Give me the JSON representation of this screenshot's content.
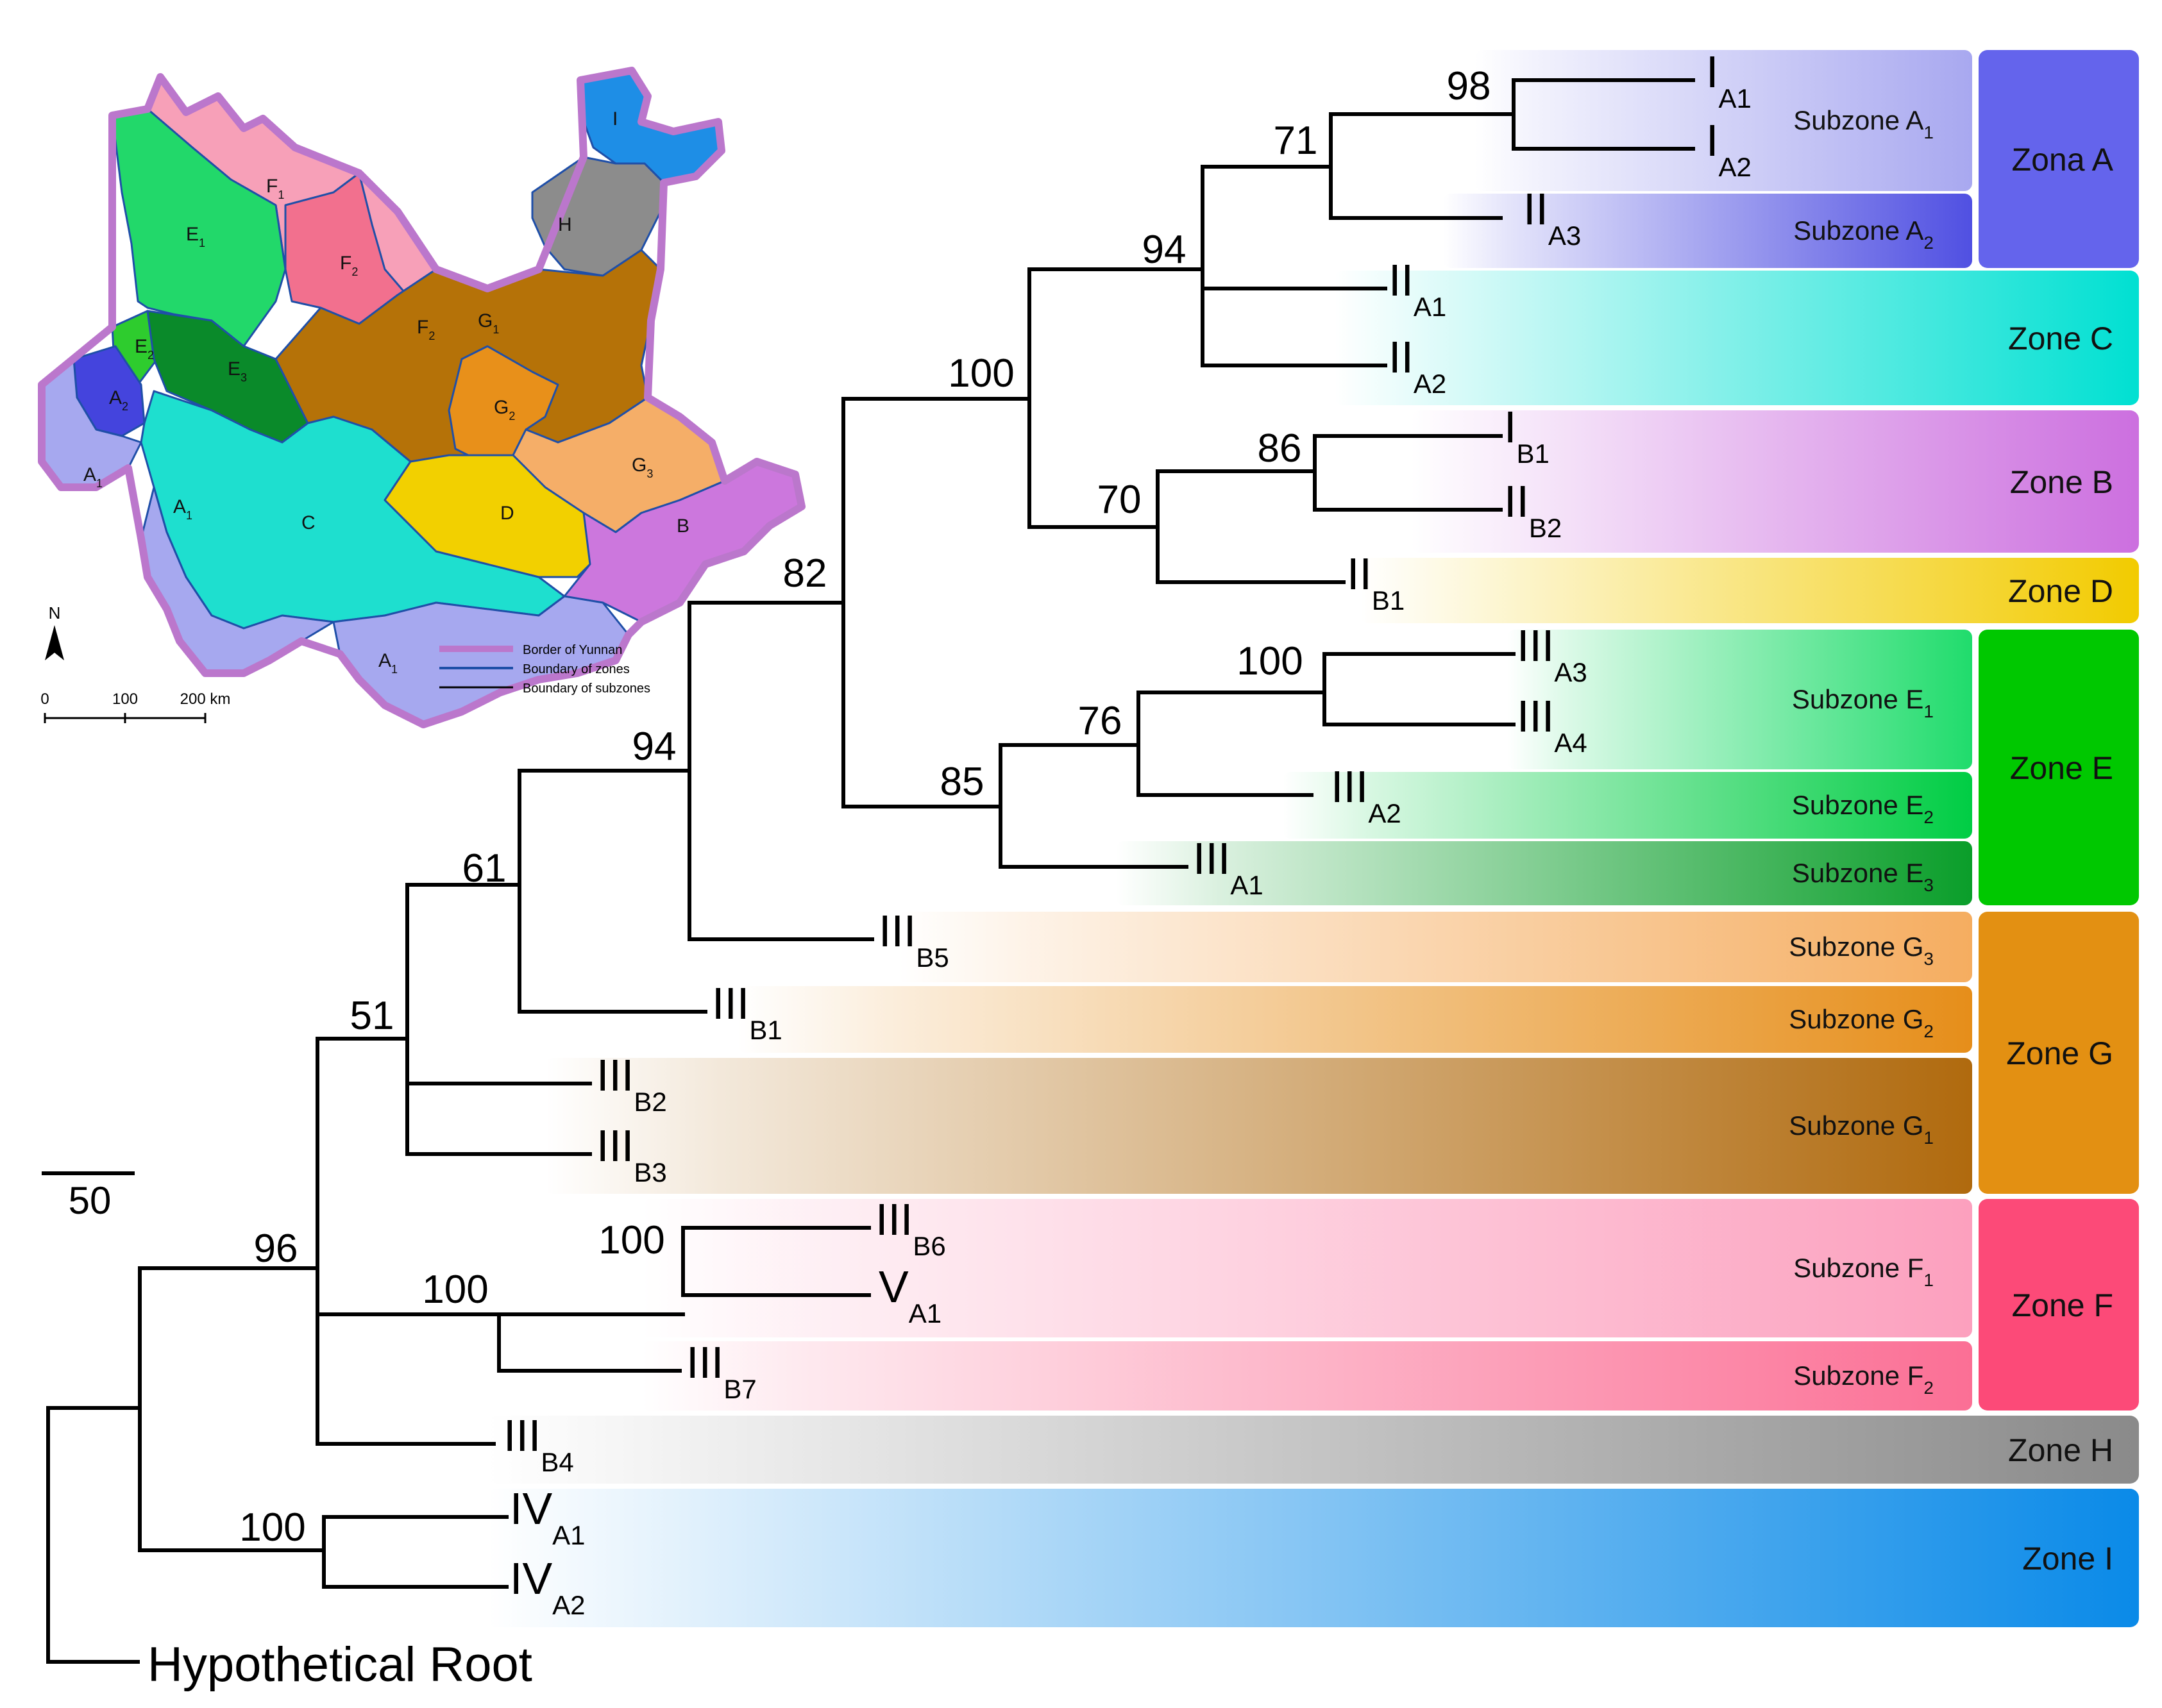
{
  "root_label": "Hypothetical Root",
  "scale_bar_label": "50",
  "map": {
    "north_label": "N",
    "scale_ticks": [
      "0",
      "100",
      "200 km"
    ],
    "legend": [
      "Border of Yunnan",
      "Boundary of zones",
      "Boundary of subzones"
    ],
    "region_labels": [
      {
        "main": "A",
        "sub": "1"
      },
      {
        "main": "A",
        "sub": "2"
      },
      {
        "main": "A",
        "sub": "1"
      },
      {
        "main": "A",
        "sub": "1"
      },
      {
        "main": "B",
        "sub": ""
      },
      {
        "main": "C",
        "sub": ""
      },
      {
        "main": "D",
        "sub": ""
      },
      {
        "main": "E",
        "sub": "1"
      },
      {
        "main": "E",
        "sub": "2"
      },
      {
        "main": "E",
        "sub": "3"
      },
      {
        "main": "F",
        "sub": "1"
      },
      {
        "main": "F",
        "sub": "2"
      },
      {
        "main": "F",
        "sub": "2"
      },
      {
        "main": "G",
        "sub": "1"
      },
      {
        "main": "G",
        "sub": "2"
      },
      {
        "main": "G",
        "sub": "3"
      },
      {
        "main": "H",
        "sub": ""
      },
      {
        "main": "I",
        "sub": ""
      }
    ],
    "colors": {
      "A1": "#a6a8ef",
      "A2": "#4444dd",
      "B": "#cc77dd",
      "C": "#1edfcf",
      "D": "#f2d000",
      "E1": "#22d86a",
      "E2": "#2ecc2e",
      "E3": "#0a8a2a",
      "F1": "#f7a0b8",
      "F2": "#f2708e",
      "G1": "#b57208",
      "G2": "#e8901a",
      "G3": "#f5ae68",
      "H": "#8c8c8c",
      "I": "#1e8ee6",
      "border": "#bb77cc"
    }
  },
  "tips": [
    {
      "main": "I",
      "sub": "A1"
    },
    {
      "main": "I",
      "sub": "A2"
    },
    {
      "main": "II",
      "sub": "A3"
    },
    {
      "main": "II",
      "sub": "A1"
    },
    {
      "main": "II",
      "sub": "A2"
    },
    {
      "main": "I",
      "sub": "B1"
    },
    {
      "main": "II",
      "sub": "B2"
    },
    {
      "main": "II",
      "sub": "B1"
    },
    {
      "main": "III",
      "sub": "A3"
    },
    {
      "main": "III",
      "sub": "A4"
    },
    {
      "main": "III",
      "sub": "A2"
    },
    {
      "main": "III",
      "sub": "A1"
    },
    {
      "main": "III",
      "sub": "B5"
    },
    {
      "main": "III",
      "sub": "B1"
    },
    {
      "main": "III",
      "sub": "B2"
    },
    {
      "main": "III",
      "sub": "B3"
    },
    {
      "main": "III",
      "sub": "B6"
    },
    {
      "main": "V",
      "sub": "A1"
    },
    {
      "main": "III",
      "sub": "B7"
    },
    {
      "main": "III",
      "sub": "B4"
    },
    {
      "main": "IV",
      "sub": "A1"
    },
    {
      "main": "IV",
      "sub": "A2"
    }
  ],
  "bootstrap": [
    "98",
    "71",
    "94",
    "100",
    "86",
    "70",
    "82",
    "100",
    "76",
    "85",
    "94",
    "61",
    "51",
    "100",
    "100",
    "96",
    "100"
  ],
  "zone_bands": [
    {
      "label": "Zona A",
      "color": "#6464ec"
    },
    {
      "label": "Zone C",
      "color": "#00e0d2"
    },
    {
      "label": "Zone B",
      "color": "#cc6fdf"
    },
    {
      "label": "Zone D",
      "color": "#f2cb00"
    },
    {
      "label": "Zone E",
      "color": "#00c800"
    },
    {
      "label": "Zone G",
      "color": "#e39012"
    },
    {
      "label": "Zone F",
      "color": "#fc4a78"
    },
    {
      "label": "Zone H",
      "color": "#8a8a8a"
    },
    {
      "label": "Zone I",
      "color": "#0a8ae8"
    }
  ],
  "subzone_bands": [
    {
      "main": "Subzone A",
      "sub": "1",
      "color": "#a8a8f0"
    },
    {
      "main": "Subzone A",
      "sub": "2",
      "color": "#5050e2"
    },
    {
      "main": "Subzone E",
      "sub": "1",
      "color": "#20dc6c"
    },
    {
      "main": "Subzone E",
      "sub": "2",
      "color": "#00cd44"
    },
    {
      "main": "Subzone E",
      "sub": "3",
      "color": "#0a9e2a"
    },
    {
      "main": "Subzone G",
      "sub": "3",
      "color": "#f5ad60"
    },
    {
      "main": "Subzone G",
      "sub": "2",
      "color": "#e68e1a"
    },
    {
      "main": "Subzone G",
      "sub": "1",
      "color": "#b06a0e"
    },
    {
      "main": "Subzone F",
      "sub": "1",
      "color": "#fca0be"
    },
    {
      "main": "Subzone F",
      "sub": "2",
      "color": "#fb6f95"
    }
  ]
}
